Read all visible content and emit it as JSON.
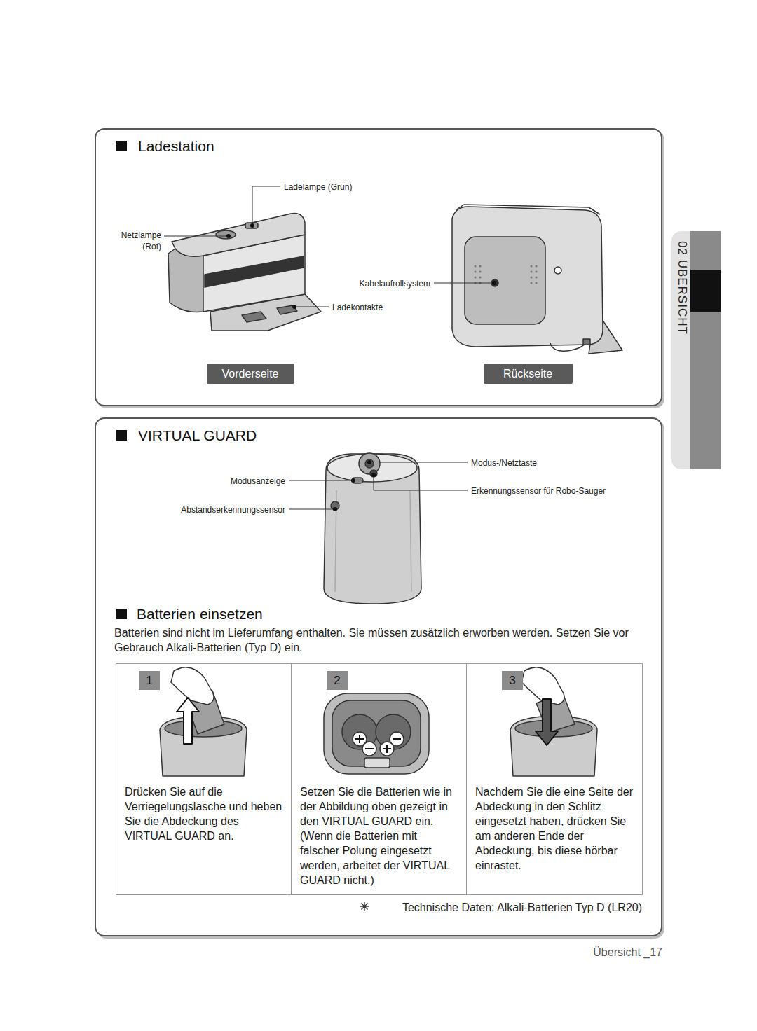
{
  "diagram": {
    "nodes": [
      {
        "text": [
          "Ladestation"
        ]
      },
      {
        "text": [
          "Vorderseite"
        ],
        "in": 0
      },
      {
        "text": [
          "Rückseite"
        ],
        "in": 0
      },
      {
        "text": [
          "02 ÜBERSICHT"
        ]
      },
      {
        "text": [
          "VIRTUAL GUARD"
        ]
      },
      {
        "text": [
          "Drücken Sie auf die Verriegelungslasche und heben Sie die Abdeckung des VIRTUAL GUARD an."
        ],
        "in": 4
      },
      {
        "text": [
          "Setzen Sie die Batterien wie in der Abbildung oben gezeigt in den VIRTUAL GUARD ein. (Wenn die Batterien mit falscher Polung eingesetzt werden, arbeitet der VIRTUAL GUARD nicht.)"
        ],
        "in": 4
      },
      {
        "text": [
          "Nachdem Sie die eine Seite der Abdeckung in den Schlitz eingesetzt haben, drücken Sie am anderen Ende der Abdeckung, bis diese hörbar einrastet."
        ],
        "in": 4
      },
      {
        "text": [
          "1"
        ],
        "in": 5
      },
      {
        "text": [
          "2"
        ],
        "in": 6
      },
      {
        "text": [
          "3"
        ],
        "in": 7
      }
    ],
    "labels": [
      "Ladelampe (Grün)",
      "Netzlampe (Rot)",
      "Kabelaufrollsystem",
      "Ladekontakte",
      "Modus-/Netztaste",
      "Modusanzeige",
      "Erkennungssensor für Robo-Sauger",
      "Abstandserkennungssensor",
      "Batterien einsetzen",
      "Batterien sind nicht im Lieferumfang enthalten. Sie müssen zusätzlich erworben werden. Setzen Sie vor Gebrauch Alkali-Batterien (Typ D) ein.",
      "Technische Daten: Alkali-Batterien Typ D (LR20)",
      "Übersicht _17"
    ]
  }
}
